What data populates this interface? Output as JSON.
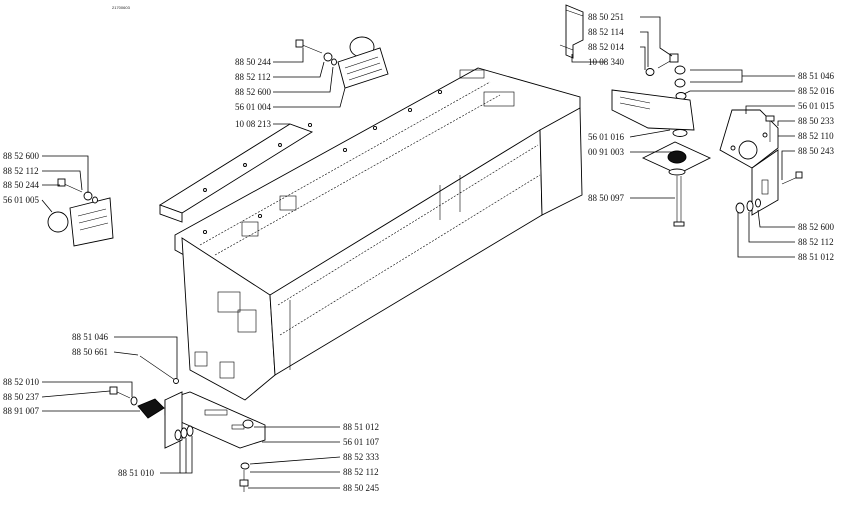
{
  "document_code": "21700603",
  "labels": {
    "l_885025l": "88 50 251",
    "l_885211_top": "88 52 114",
    "l_885201": "88 52 014",
    "l_100834": "10 08 340",
    "l_885104_r": "88 51 046",
    "l_885201_6": "88 52 016",
    "l_560101_5": "56 01 015",
    "l_885023_3": "88 50 233",
    "l_885211_0": "88 52 110",
    "l_885024_3r": "88 50 243",
    "l_560101_6": "56 01 016",
    "l_009100": "00 91 003",
    "l_885009": "88 50 097",
    "l_885260_r": "88 52 600",
    "l_885211_2r": "88 52 112",
    "l_885101_2r": "88 51 012",
    "l_885024_4t": "88 50 244",
    "l_885211_2t": "88 52 112",
    "l_885260_t": "88 52 600",
    "l_560100_4": "56 01 004",
    "l_100821": "10 08 213",
    "l_885260_l": "88 52 600",
    "l_885211_2l": "88 52 112",
    "l_885024_4l": "88 50 244",
    "l_560100_5": "56 01 005",
    "l_885104_b": "88 51 046",
    "l_885066": "88 50 661",
    "l_885201_0": "88 52 010",
    "l_885023_7": "88 50 237",
    "l_889100_7": "88 91 007",
    "l_885101_0": "88 51 010",
    "l_885101_2b": "88 51 012",
    "l_560110_7": "56 01 107",
    "l_885233": "88 52 333",
    "l_885211_2b": "88 52 112",
    "l_885024_5": "88 50 245"
  }
}
